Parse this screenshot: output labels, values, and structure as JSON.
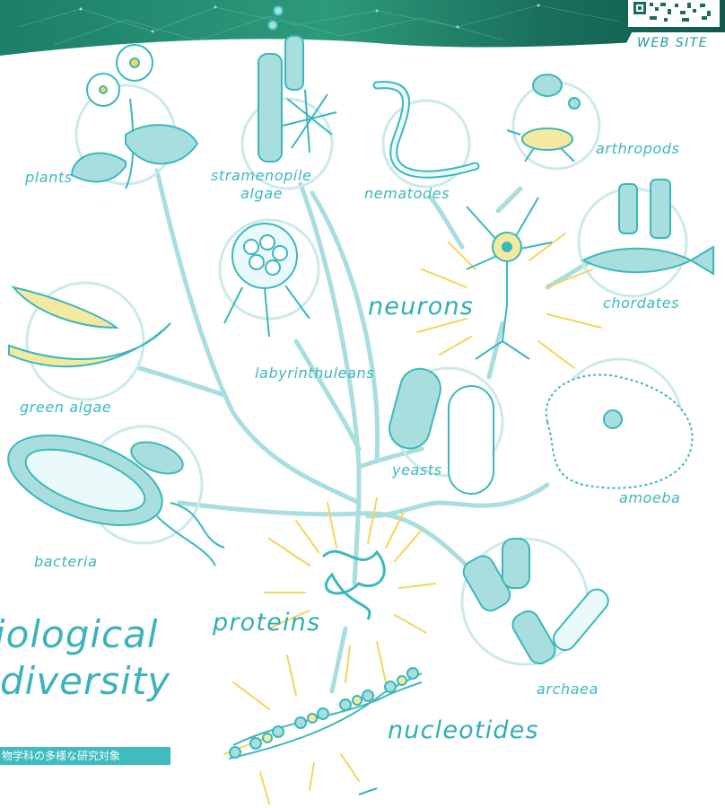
{
  "header": {
    "website_label": "WEB SITE"
  },
  "title": {
    "line1": "iological",
    "line2": "diversity",
    "subtitle_jp": "物学科の多様な研究対象"
  },
  "organisms": {
    "plants": "plants",
    "stramenopile_line1": "stramenopile",
    "stramenopile_line2": "algae",
    "nematodes": "nematodes",
    "arthropods": "arthropods",
    "chordates": "chordates",
    "neurons": "neurons",
    "labyrinthuleans": "labyrinthuleans",
    "green_algae": "green algae",
    "yeasts": "yeasts",
    "amoeba": "amoeba",
    "bacteria": "bacteria",
    "proteins": "proteins",
    "archaea": "archaea",
    "nucleotides": "nucleotides"
  },
  "colors": {
    "teal": "#3bb8bc",
    "light_teal": "#a8dede",
    "yellow": "#f5d55a",
    "banner": "#0f6b5a"
  }
}
